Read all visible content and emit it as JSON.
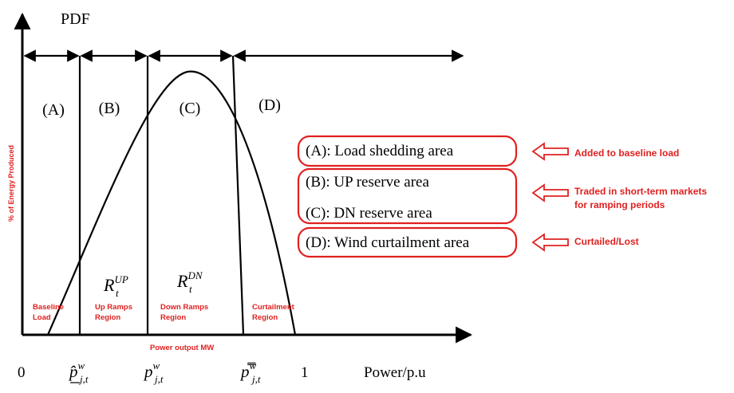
{
  "axes": {
    "y_title": "PDF",
    "y_side_label": "% of Energy Produced",
    "x_title": "Power/p.u",
    "x_bottom_label": "Power output MW",
    "tick_zero": "0",
    "tick_one": "1"
  },
  "markers": [
    {
      "base": "p̂",
      "sup": "w",
      "sub": "j,t"
    },
    {
      "base": "p",
      "sup": "w",
      "sub": "j,t"
    },
    {
      "base": "p̿",
      "sup": "w",
      "sub": "j,t"
    }
  ],
  "regions": [
    {
      "letter": "(A)",
      "bottom_label": [
        "Baseline",
        "Load"
      ]
    },
    {
      "letter": "(B)",
      "bottom_label": [
        "Up Ramps",
        "Region"
      ],
      "symbol": {
        "base": "R",
        "sup": "UP",
        "sub": "t"
      }
    },
    {
      "letter": "(C)",
      "bottom_label": [
        "Down Ramps",
        "Region"
      ],
      "symbol": {
        "base": "R",
        "sup": "DN",
        "sub": "t"
      }
    },
    {
      "letter": "(D)",
      "bottom_label": [
        "Curtailment",
        "Region"
      ]
    }
  ],
  "legend": [
    {
      "items": [
        "(A): Load shedding area"
      ],
      "note": [
        "Added to baseline load"
      ]
    },
    {
      "items": [
        "(B): UP reserve area",
        "(C): DN reserve area"
      ],
      "note": [
        "Traded in short-term markets",
        "for ramping periods"
      ]
    },
    {
      "items": [
        "(D): Wind curtailment area"
      ],
      "note": [
        "Curtailed/Lost"
      ]
    }
  ],
  "colors": {
    "annotation": "#e02020",
    "lines": "#000000"
  }
}
